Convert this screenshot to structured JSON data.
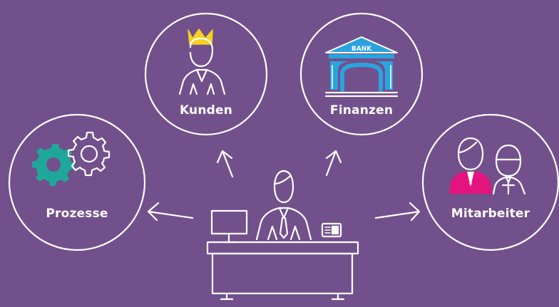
{
  "diagram": {
    "center": "manager-at-desk",
    "nodes": {
      "kunden": {
        "label": "Kunden",
        "icon": "customer-with-crown-icon"
      },
      "finanzen": {
        "label": "Finanzen",
        "icon": "bank-building-icon",
        "sign": "BANK"
      },
      "prozesse": {
        "label": "Prozesse",
        "icon": "gears-icon"
      },
      "mitarbeiter": {
        "label": "Mitarbeiter",
        "icon": "employees-icon"
      }
    },
    "colors": {
      "background": "#72508c",
      "line": "#ffffff",
      "crown": "#f4d21f",
      "bank": "#2aa3de",
      "gear": "#1fa89a",
      "employee": "#e5137e"
    }
  }
}
